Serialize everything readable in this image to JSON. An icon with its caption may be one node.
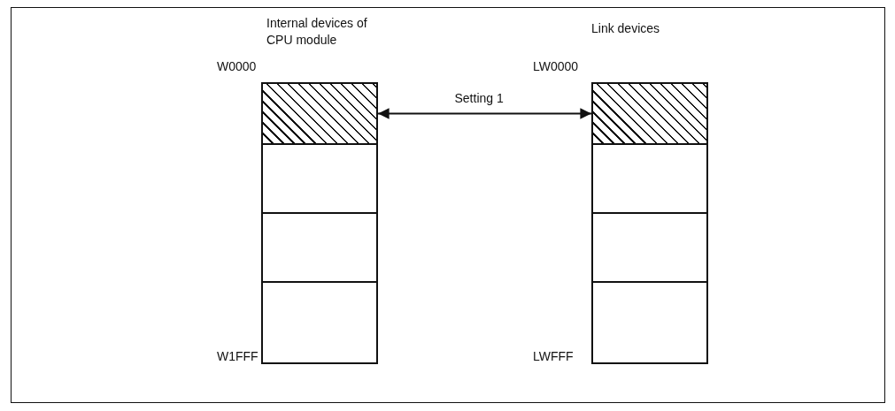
{
  "diagram": {
    "nodes": [
      {
        "text": [
          "Internal devices of CPU module"
        ],
        "beside": [
          "W0000",
          "W1FFF"
        ]
      },
      {
        "text": [],
        "shape": "box",
        "in": 0
      },
      {
        "text": [],
        "shape": "box",
        "in": 0
      },
      {
        "text": [],
        "shape": "box",
        "in": 0
      },
      {
        "text": [],
        "shape": "box",
        "in": 0
      },
      {
        "text": [
          "Link devices"
        ],
        "beside": [
          "LW0000",
          "LWFFF"
        ]
      },
      {
        "text": [],
        "shape": "box",
        "in": 5
      },
      {
        "text": [],
        "shape": "box",
        "in": 5
      },
      {
        "text": [],
        "shape": "box",
        "in": 5
      },
      {
        "text": [],
        "shape": "box",
        "in": 5
      }
    ],
    "edges": [
      {
        "from": 1,
        "to": 6,
        "arrow": "both",
        "label": "Setting 1"
      }
    ]
  }
}
